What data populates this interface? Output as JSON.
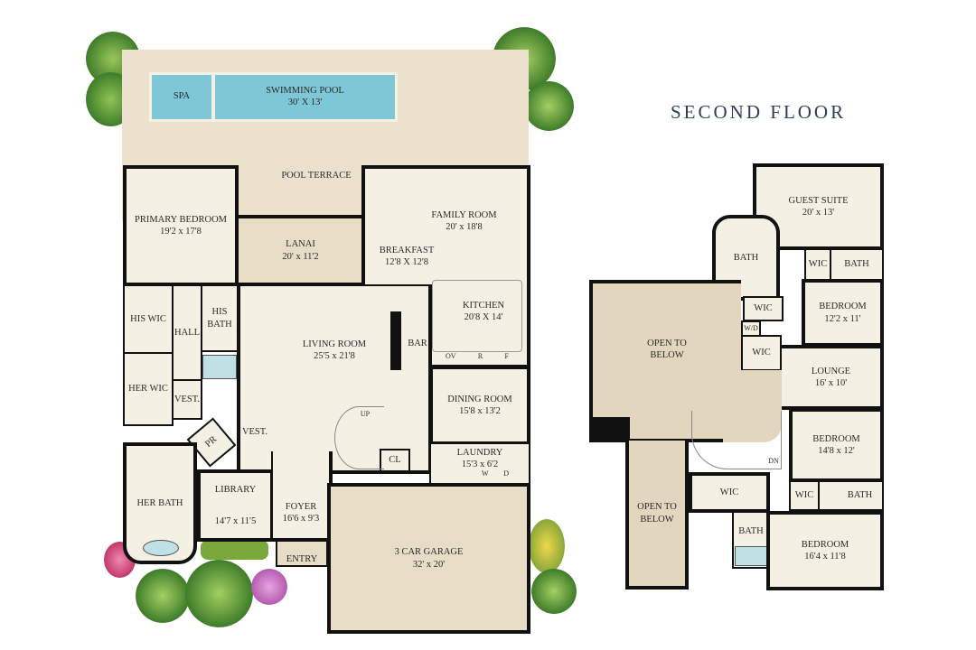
{
  "title": "SECOND FLOOR",
  "first_floor": {
    "spa": "SPA",
    "pool": {
      "name": "SWIMMING POOL",
      "dims": "30' x 13'"
    },
    "pool_terrace": "POOL TERRACE",
    "rooms": [
      {
        "name": "PRIMARY BEDROOM",
        "dims": "19'2 x 17'8"
      },
      {
        "name": "LANAI",
        "dims": "20' x 11'2"
      },
      {
        "name": "FAMILY ROOM",
        "dims": "20' x 18'8"
      },
      {
        "name": "BREAKFAST",
        "dims": "12'8 x 12'8"
      },
      {
        "name": "KITCHEN",
        "dims": "20'8 x 14'"
      },
      {
        "name": "HIS WIC",
        "dims": ""
      },
      {
        "name": "HALL",
        "dims": ""
      },
      {
        "name": "HIS BATH",
        "dims": ""
      },
      {
        "name": "LIVING ROOM",
        "dims": "25'5 x 21'8"
      },
      {
        "name": "BAR",
        "dims": ""
      },
      {
        "name": "HER WIC",
        "dims": ""
      },
      {
        "name": "VEST.",
        "dims": ""
      },
      {
        "name": "DINING ROOM",
        "dims": "15'8 x 13'2"
      },
      {
        "name": "VEST.",
        "dims": ""
      },
      {
        "name": "PR",
        "dims": ""
      },
      {
        "name": "LAUNDRY",
        "dims": "15'3 x 6'2"
      },
      {
        "name": "CL",
        "dims": ""
      },
      {
        "name": "HER BATH",
        "dims": ""
      },
      {
        "name": "LIBRARY",
        "dims": "14'7 x 11'5"
      },
      {
        "name": "FOYER",
        "dims": "16'6 x 9'3"
      },
      {
        "name": "ENTRY",
        "dims": ""
      },
      {
        "name": "3 CAR GARAGE",
        "dims": "32' x 20'"
      }
    ],
    "kitchen_appliances": [
      "OV",
      "R",
      "F"
    ],
    "laundry_appliances": [
      "W",
      "D"
    ],
    "stair_label": "UP"
  },
  "second_floor": {
    "rooms": [
      {
        "name": "GUEST SUITE",
        "dims": "20' x 13'"
      },
      {
        "name": "BATH",
        "dims": ""
      },
      {
        "name": "WIC",
        "dims": ""
      },
      {
        "name": "BATH",
        "dims": ""
      },
      {
        "name": "WIC",
        "dims": ""
      },
      {
        "name": "BEDROOM",
        "dims": "12'2 x 11'"
      },
      {
        "name": "W/D",
        "dims": ""
      },
      {
        "name": "WIC",
        "dims": ""
      },
      {
        "name": "OPEN TO BELOW",
        "dims": ""
      },
      {
        "name": "LOUNGE",
        "dims": "16' x 10'"
      },
      {
        "name": "BEDROOM",
        "dims": "14'8 x 12'"
      },
      {
        "name": "OPEN TO BELOW",
        "dims": ""
      },
      {
        "name": "WIC",
        "dims": ""
      },
      {
        "name": "WIC",
        "dims": ""
      },
      {
        "name": "BATH",
        "dims": ""
      },
      {
        "name": "BATH",
        "dims": ""
      },
      {
        "name": "BEDROOM",
        "dims": "16'4 x 11'8"
      }
    ],
    "stair_label": "DN"
  },
  "colors": {
    "wall": "#111111",
    "floor": "#f4f0e4",
    "terrace": "#ebe1cd",
    "pool": "#7ec7d6",
    "title": "#2b3f5c",
    "plants": "#5a9a3a"
  }
}
